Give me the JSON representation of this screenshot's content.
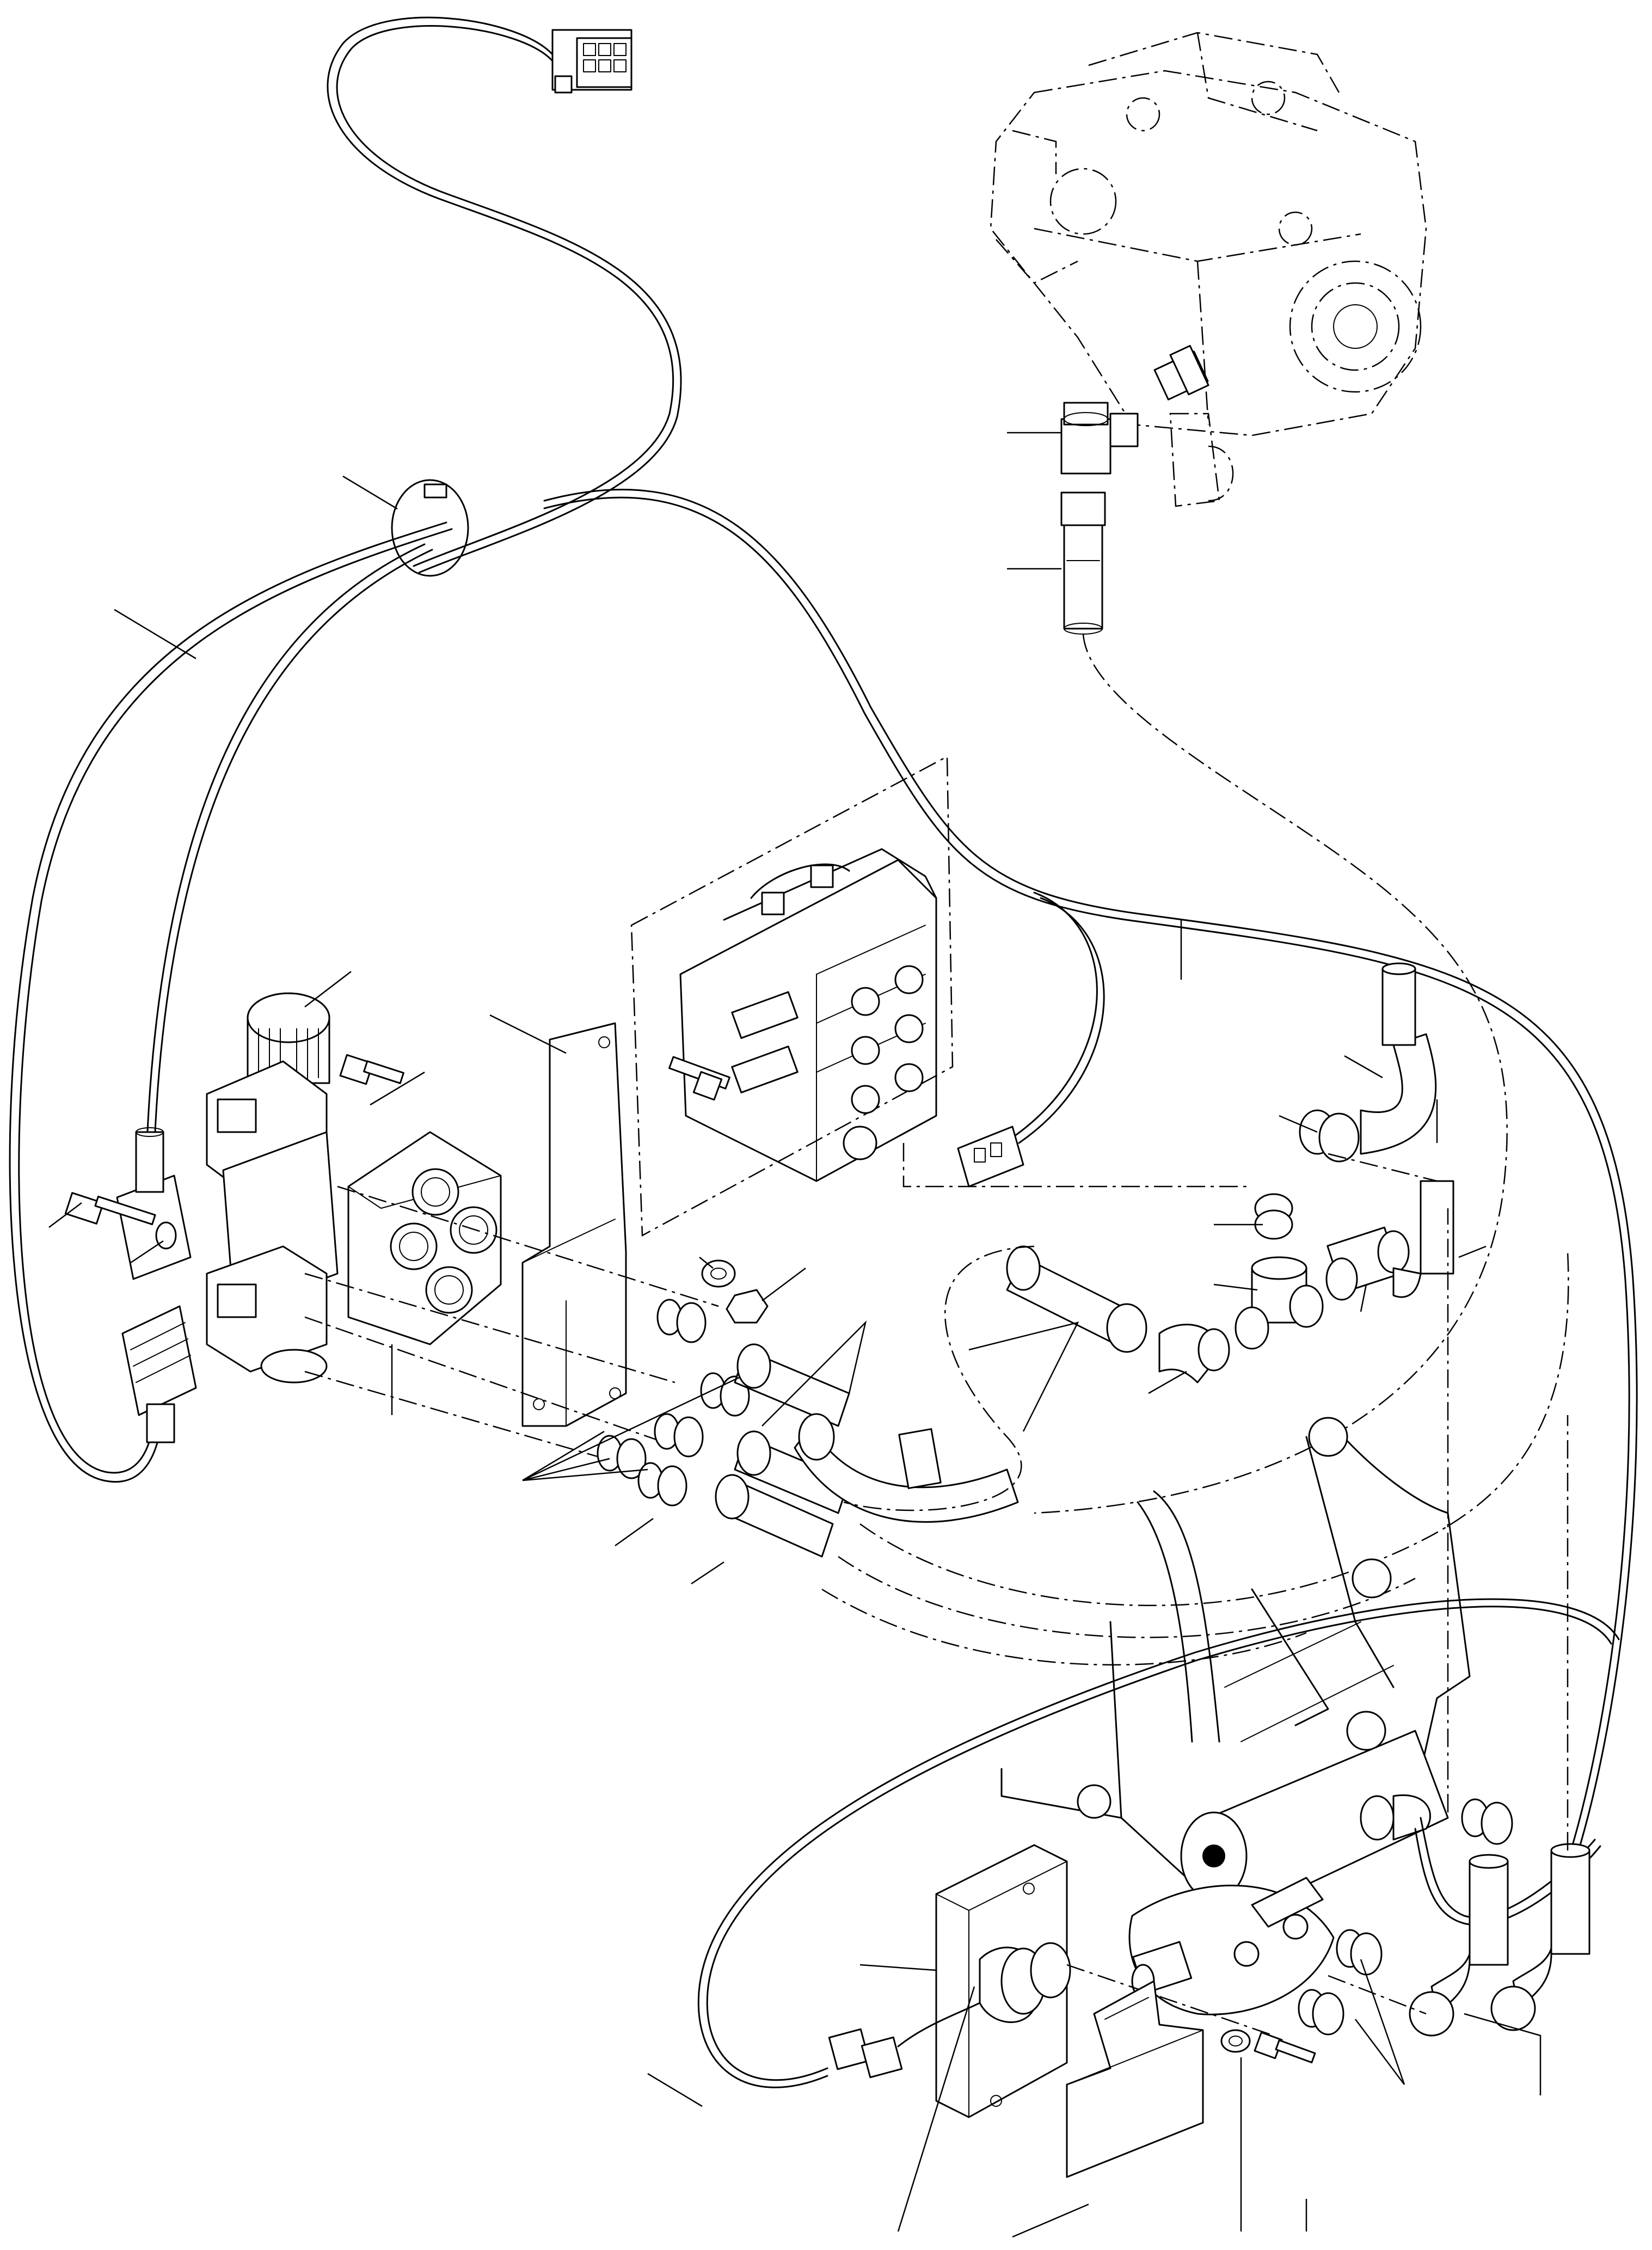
{
  "diagram": {
    "type": "exploded parts diagram",
    "colors": {
      "ink": "#000000",
      "paper": "#ffffff"
    },
    "components": [
      "electrical-connector",
      "wire-harness",
      "cable-tie",
      "hydraulic-pump",
      "tee-fitting",
      "hydraulic-hose",
      "control-valve-bank",
      "mounting-bracket",
      "solenoid-valve",
      "manifold-block",
      "adapter-fitting",
      "elbow-fitting",
      "hydraulic-cylinder",
      "sensor-bracket",
      "proximity-sensor",
      "bolt",
      "washer",
      "nut"
    ]
  }
}
